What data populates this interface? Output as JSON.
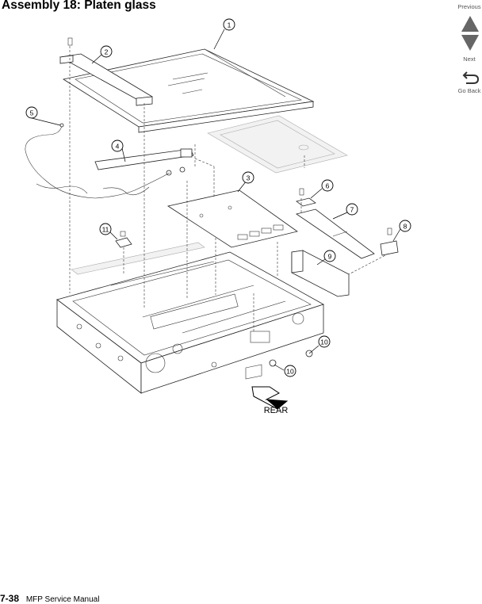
{
  "page": {
    "title": "Assembly 18:  Platen glass",
    "footer_page": "7-38",
    "footer_text": "MFP Service Manual"
  },
  "nav": {
    "previous_label": "Previous",
    "next_label": "Next",
    "go_back_label": "Go Back",
    "icons": [
      "triangle-up-icon",
      "triangle-down-icon",
      "return-arrow-icon"
    ]
  },
  "diagram": {
    "callouts": [
      "1",
      "2",
      "3",
      "4",
      "5",
      "6",
      "7",
      "8",
      "9",
      "10",
      "10",
      "11"
    ],
    "direction_label": "REAR"
  }
}
